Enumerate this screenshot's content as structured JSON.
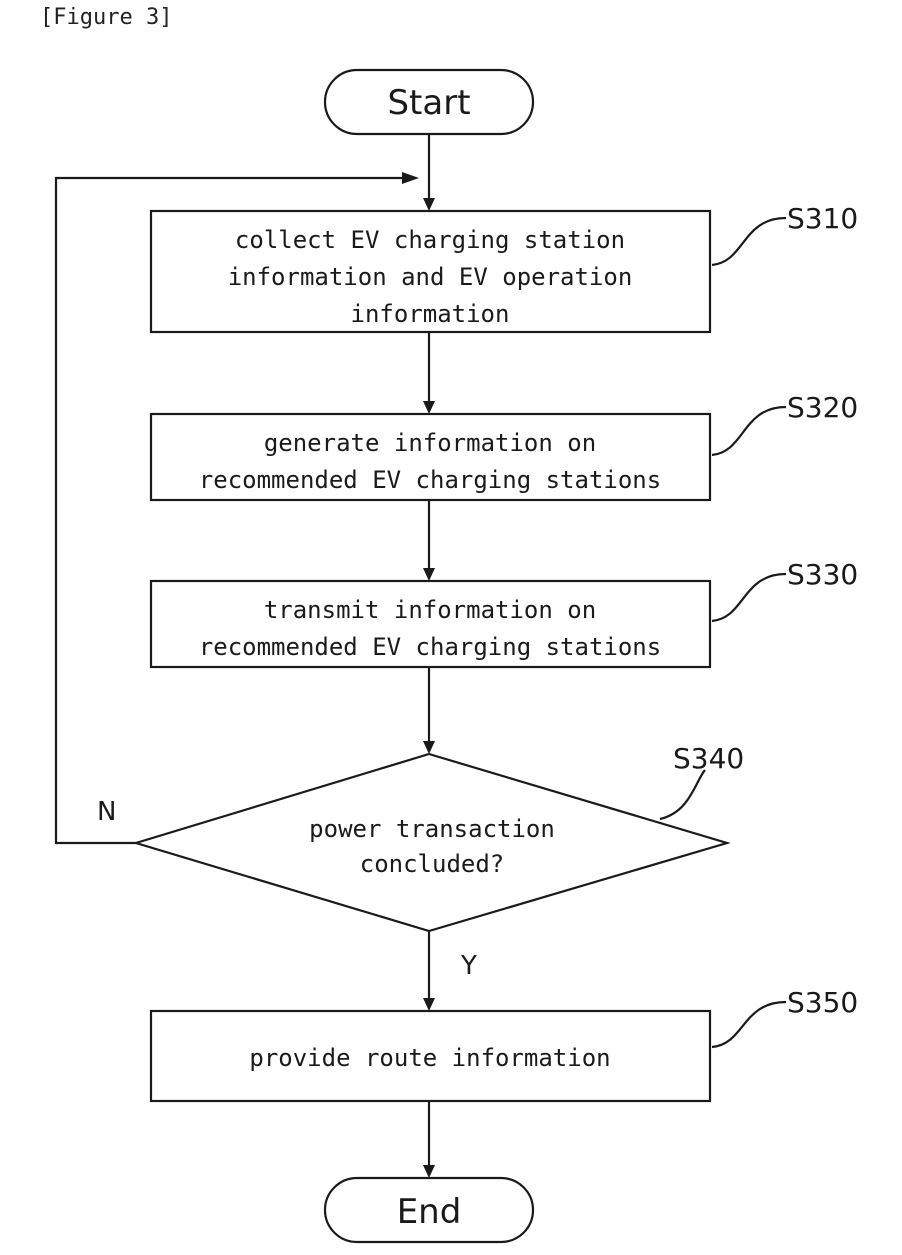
{
  "caption": "[Figure 3]",
  "start_label": "Start",
  "end_label": "End",
  "steps": [
    {
      "id": "S310",
      "lines": [
        "collect EV charging station",
        "information and EV operation",
        "information"
      ]
    },
    {
      "id": "S320",
      "lines": [
        "generate information on",
        "recommended EV charging stations"
      ]
    },
    {
      "id": "S330",
      "lines": [
        "transmit information on",
        "recommended EV charging stations"
      ]
    },
    {
      "id": "S350",
      "lines": [
        "provide route information"
      ]
    }
  ],
  "decision": {
    "id": "S340",
    "lines": [
      "power transaction",
      "concluded?"
    ],
    "yes_label": "Y",
    "no_label": "N"
  }
}
